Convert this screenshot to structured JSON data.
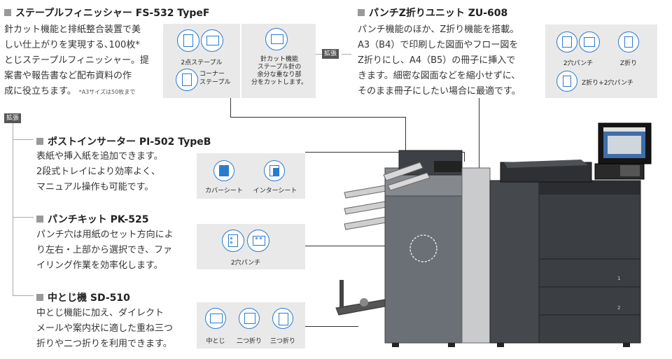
{
  "fs532": {
    "title": "ステープルフィニッシャー FS-532 TypeF",
    "lines": [
      "針カット機能と排紙整合装置で美",
      "しい仕上がりを実現する､100枚*",
      "とじステープルフィニッシャー。提",
      "案書や報告書など配布資料の作",
      "成に役立ちます。"
    ],
    "note": "*A3サイズは50枚まで",
    "icons": {
      "staple2": "2点ステープル",
      "corner": [
        "コーナー",
        "ステープル"
      ],
      "cut": [
        "針カット機能",
        "ステープル針の",
        "余分な重なり部",
        "分をカットします。"
      ]
    }
  },
  "zu608": {
    "title": "パンチZ折りユニット ZU-608",
    "lines": [
      "パンチ機能のほか、Z折り機能を搭載。",
      "A3（B4）で印刷した図面やフロー図を",
      "Z折りにし、A4（B5）の冊子に挿入で",
      "きます。細密な図面などを縮小せずに、",
      "そのまま冊子にしたい場合に最適です。"
    ],
    "icons": {
      "punch2": "2穴パンチ",
      "zfold": "Z折り",
      "zfold_punch": "Z折り+2穴パンチ"
    }
  },
  "tag_expand": "拡張",
  "pi502": {
    "title": "ポストインサーター PI-502 TypeB",
    "lines": [
      "表紙や挿入紙を追加できます。",
      "2段式トレイにより効率よく、",
      "マニュアル操作も可能です。"
    ],
    "icons": {
      "cover": "カバーシート",
      "inter": "インターシート"
    }
  },
  "pk525": {
    "title": "パンチキット PK-525",
    "lines": [
      "パンチ穴は用紙のセット方向によ",
      "り左右・上部から選択でき、ファ",
      "イリング作業を効率化します。"
    ],
    "icons": {
      "punch2": "2穴パンチ"
    }
  },
  "sd510": {
    "title": "中とじ機 SD-510",
    "lines": [
      "中とじ機能に加え、ダイレクト",
      "メールや案内状に適した重ね三つ",
      "折りや二つ折りを利用できます。"
    ],
    "icons": {
      "saddle": "中とじ",
      "bifold": "二つ折り",
      "trifold": "三つ折り"
    }
  },
  "machine": {
    "tray1": "1",
    "tray2": "2"
  }
}
